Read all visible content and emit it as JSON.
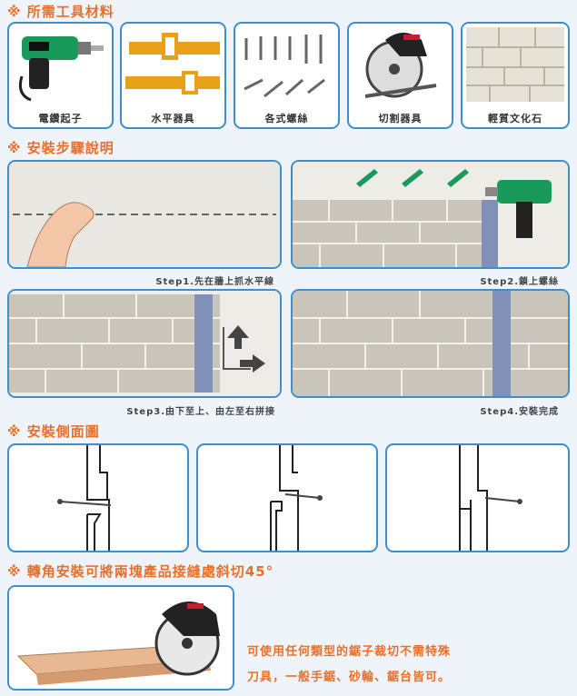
{
  "sections": {
    "materials": "※ 所需工具材料",
    "steps": "※ 安裝步驟說明",
    "side_view": "※ 安裝側面圖",
    "corner": "※ 轉角安裝可將兩塊產品接縫處斜切45°"
  },
  "materials": [
    "電鑽起子",
    "水平器具",
    "各式螺絲",
    "切割器具",
    "輕質文化石"
  ],
  "steps": [
    "Step1.先在牆上抓水平線",
    "Step2.鎖上螺絲",
    "Step3.由下至上、由左至右拼接",
    "Step4.安裝完成"
  ],
  "corner_note": [
    "可使用任何類型的鋸子裁切不需特殊",
    "刀具，一般手鋸、砂輪、鋸台皆可。"
  ],
  "colors": {
    "accent": "#e8702a",
    "border": "#3a8fd0",
    "tool_green": "#1a9a5a"
  }
}
